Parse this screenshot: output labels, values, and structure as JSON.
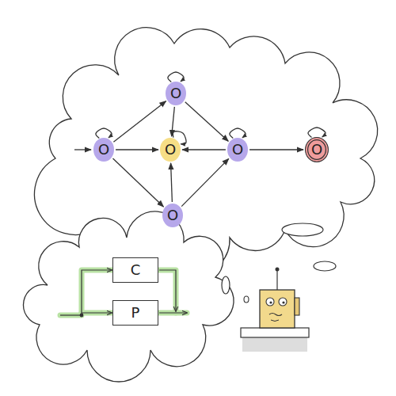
{
  "diagram": {
    "nodes": [
      {
        "text": [
          "O"
        ]
      },
      {
        "text": [
          "O"
        ]
      },
      {
        "text": [
          "O"
        ]
      },
      {
        "text": [
          "O"
        ]
      },
      {
        "text": [
          "O"
        ]
      },
      {
        "text": [
          "O"
        ]
      },
      {
        "text": [
          "C"
        ]
      },
      {
        "text": [
          "P"
        ]
      }
    ],
    "edges": [
      {
        "from": 1,
        "to": 0,
        "arrow": "to"
      },
      {
        "from": 1,
        "to": 2,
        "arrow": "to"
      },
      {
        "from": 1,
        "to": 5,
        "arrow": "to"
      },
      {
        "from": 0,
        "to": 2,
        "arrow": "to"
      },
      {
        "from": 0,
        "to": 3,
        "arrow": "to"
      },
      {
        "from": 3,
        "to": 2,
        "arrow": "to"
      },
      {
        "from": 5,
        "to": 2,
        "arrow": "to"
      },
      {
        "from": 5,
        "to": 3,
        "arrow": "to"
      },
      {
        "from": 3,
        "to": 4,
        "arrow": "to"
      },
      {
        "from": 0,
        "to": 0,
        "arrow": "to"
      },
      {
        "from": 1,
        "to": 1,
        "arrow": "to"
      },
      {
        "from": 2,
        "to": 2,
        "arrow": "to"
      },
      {
        "from": 3,
        "to": 3,
        "arrow": "to"
      },
      {
        "from": 4,
        "to": 4,
        "arrow": "to"
      }
    ]
  }
}
